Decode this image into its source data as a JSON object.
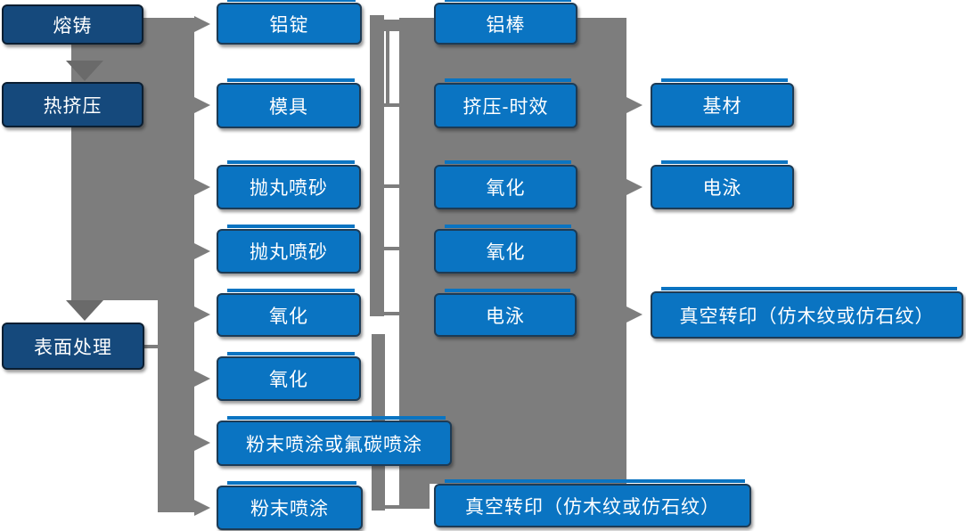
{
  "diagram": {
    "description_nodes": {
      "stages": [
        {
          "label": "熔铸"
        },
        {
          "label": "热挤压"
        },
        {
          "label": "表面处理"
        }
      ],
      "process": [
        {
          "label": "铝锭"
        },
        {
          "label": "模具"
        },
        {
          "label": "抛丸喷砂"
        },
        {
          "label": "抛丸喷砂"
        },
        {
          "label": "氧化"
        },
        {
          "label": "氧化"
        },
        {
          "label": "粉末喷涂或氟碳喷涂"
        },
        {
          "label": "粉末喷涂"
        }
      ],
      "treatment": [
        {
          "label": "铝棒"
        },
        {
          "label": "挤压-时效"
        },
        {
          "label": "氧化"
        },
        {
          "label": "氧化"
        },
        {
          "label": "电泳"
        },
        {
          "label": "真空转印（仿木纹或仿石纹）"
        }
      ],
      "output": [
        {
          "label": "基材"
        },
        {
          "label": "电泳"
        },
        {
          "label": "真空转印（仿木纹或仿石纹）"
        }
      ]
    },
    "colors": {
      "node_fill": "#0a74c2",
      "stage_fill": "#15497c",
      "node_border": "#1d3b55",
      "stage_border": "#0b1e31",
      "connector_gray": "#7d7d7d",
      "down_arrow_gray": "#6a6a6a",
      "text": "#ffffff"
    }
  }
}
